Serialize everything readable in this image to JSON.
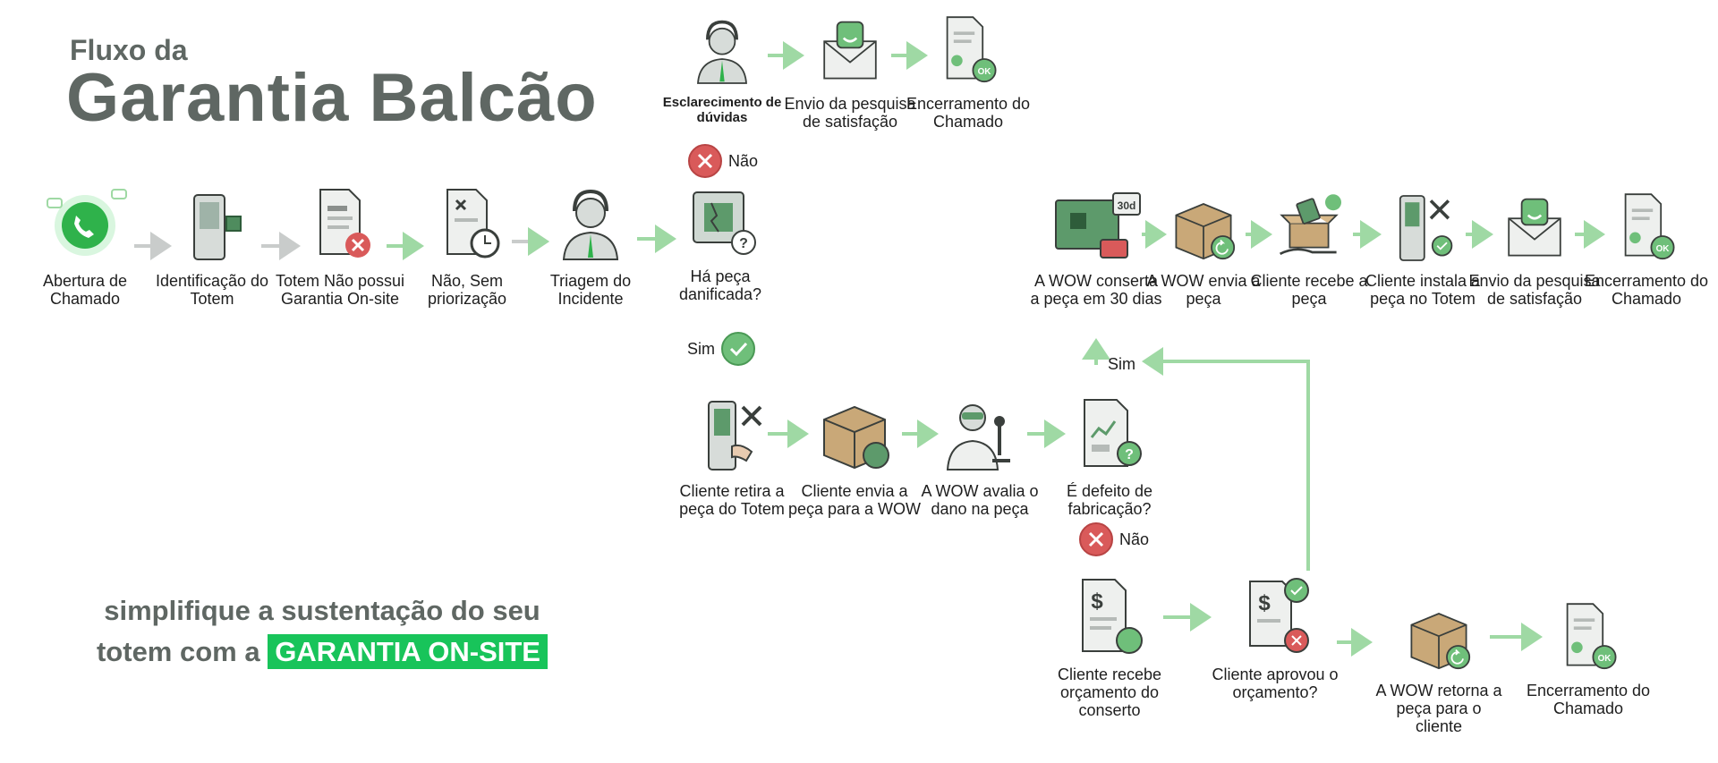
{
  "title": {
    "line1": "Fluxo da",
    "line2": "Garantia Balcão"
  },
  "tagline": {
    "line1": "simplifique a sustentação do seu",
    "line2_prefix": "totem com a ",
    "highlight": "GARANTIA ON-SITE"
  },
  "colors": {
    "accent": "#18c45a",
    "arrow_green": "#9fd9a4",
    "arrow_gray": "#c9cccb",
    "title": "#5f6763",
    "no_red": "#d95a5a"
  },
  "nodes": {
    "abertura": {
      "label": "Abertura de Chamado",
      "icon": "whatsapp-icon"
    },
    "identificacao": {
      "label": "Identificação do Totem",
      "icon": "kiosk-icon"
    },
    "totem_nao_possui": {
      "label": "Totem Não possui Garantia On-site",
      "icon": "document-x-icon"
    },
    "nao_sem_priorizacao": {
      "label": "Não, Sem priorização",
      "icon": "document-clock-icon"
    },
    "triagem": {
      "label": "Triagem do Incidente",
      "icon": "support-agent-icon"
    },
    "ha_peca": {
      "label": "Há peça danificada?",
      "icon": "broken-chip-icon"
    },
    "esclarecimento": {
      "label": "Esclarecimento de dúvidas",
      "icon": "support-agent-icon"
    },
    "envio_pesquisa_1": {
      "label": "Envio da pesquisa de satisfação",
      "icon": "smile-envelope-icon"
    },
    "encerramento_1": {
      "label": "Encerramento do Chamado",
      "icon": "document-lock-icon"
    },
    "cliente_retira": {
      "label": "Cliente retira a peça do Totem",
      "icon": "kiosk-tools-icon"
    },
    "cliente_envia": {
      "label": "Cliente envia a peça para a WOW",
      "icon": "box-icon"
    },
    "wow_avalia": {
      "label": "A WOW avalia o dano na peça",
      "icon": "technician-icon"
    },
    "defeito_fabricacao": {
      "label": "É defeito de fabricação?",
      "icon": "chart-question-icon"
    },
    "wow_conserta": {
      "label": "A WOW conserta a peça em 30 dias",
      "icon": "circuit-board-icon",
      "badge": "30d"
    },
    "wow_envia": {
      "label": "A WOW envia a peça",
      "icon": "box-return-icon"
    },
    "cliente_recebe": {
      "label": "Cliente recebe a peça",
      "icon": "open-box-hand-icon"
    },
    "cliente_instala": {
      "label": "Cliente instala a peça no Totem",
      "icon": "kiosk-tools-check-icon"
    },
    "envio_pesquisa_2": {
      "label": "Envio da pesquisa de satisfação",
      "icon": "smile-envelope-icon"
    },
    "encerramento_2": {
      "label": "Encerramento do Chamado",
      "icon": "document-lock-icon"
    },
    "orcamento": {
      "label": "Cliente recebe orçamento do conserto",
      "icon": "invoice-truck-icon"
    },
    "aprovou": {
      "label": "Cliente aprovou o orçamento?",
      "icon": "invoice-decision-icon"
    },
    "wow_retorna": {
      "label": "A WOW retorna a peça para o cliente",
      "icon": "box-return-icon"
    },
    "encerramento_3": {
      "label": "Encerramento do Chamado",
      "icon": "document-lock-icon"
    }
  },
  "decisions": {
    "nao_1": "Não",
    "sim_1": "Sim",
    "nao_2": "Não",
    "sim_2": "Sim"
  },
  "icons": {
    "check": "check-icon",
    "no": "x-icon",
    "ok_text": "OK"
  }
}
